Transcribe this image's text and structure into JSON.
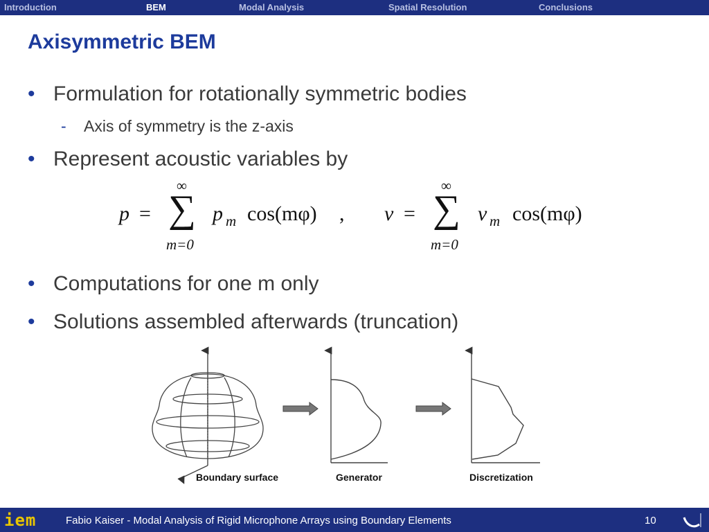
{
  "nav": {
    "items": [
      {
        "label": "Introduction",
        "active": false
      },
      {
        "label": "BEM",
        "active": true
      },
      {
        "label": "Modal Analysis",
        "active": false
      },
      {
        "label": "Spatial Resolution",
        "active": false
      },
      {
        "label": "Conclusions",
        "active": false
      }
    ]
  },
  "slide": {
    "title": "Axisymmetric BEM",
    "bullets": [
      "Formulation for rotationally symmetric bodies",
      "Represent acoustic variables by",
      "Computations for one m only",
      "Solutions assembled afterwards (truncation)"
    ],
    "sub_bullets": [
      "Axis of symmetry is the z-axis"
    ],
    "bullet_glyph": "•",
    "dash_glyph": "-",
    "equation": {
      "sum_upper": "∞",
      "sum_symbol": "∑",
      "sum_lower": "m=0",
      "p_var": "p",
      "p_coef": "p",
      "v_var": "v",
      "v_coef": "v",
      "subscript": "m",
      "equals": "=",
      "basis": "cos(mφ)",
      "comma": ","
    }
  },
  "figure": {
    "captions": [
      "Boundary surface",
      "Generator",
      "Discretization"
    ]
  },
  "footer": {
    "logo": "iem",
    "text": "Fabio Kaiser - Modal Analysis of Rigid Microphone Arrays using Boundary Elements",
    "page_number": "10"
  },
  "colors": {
    "nav_bar": "#1d2f80",
    "title": "#1d3b9c",
    "logo": "#e8c400"
  }
}
